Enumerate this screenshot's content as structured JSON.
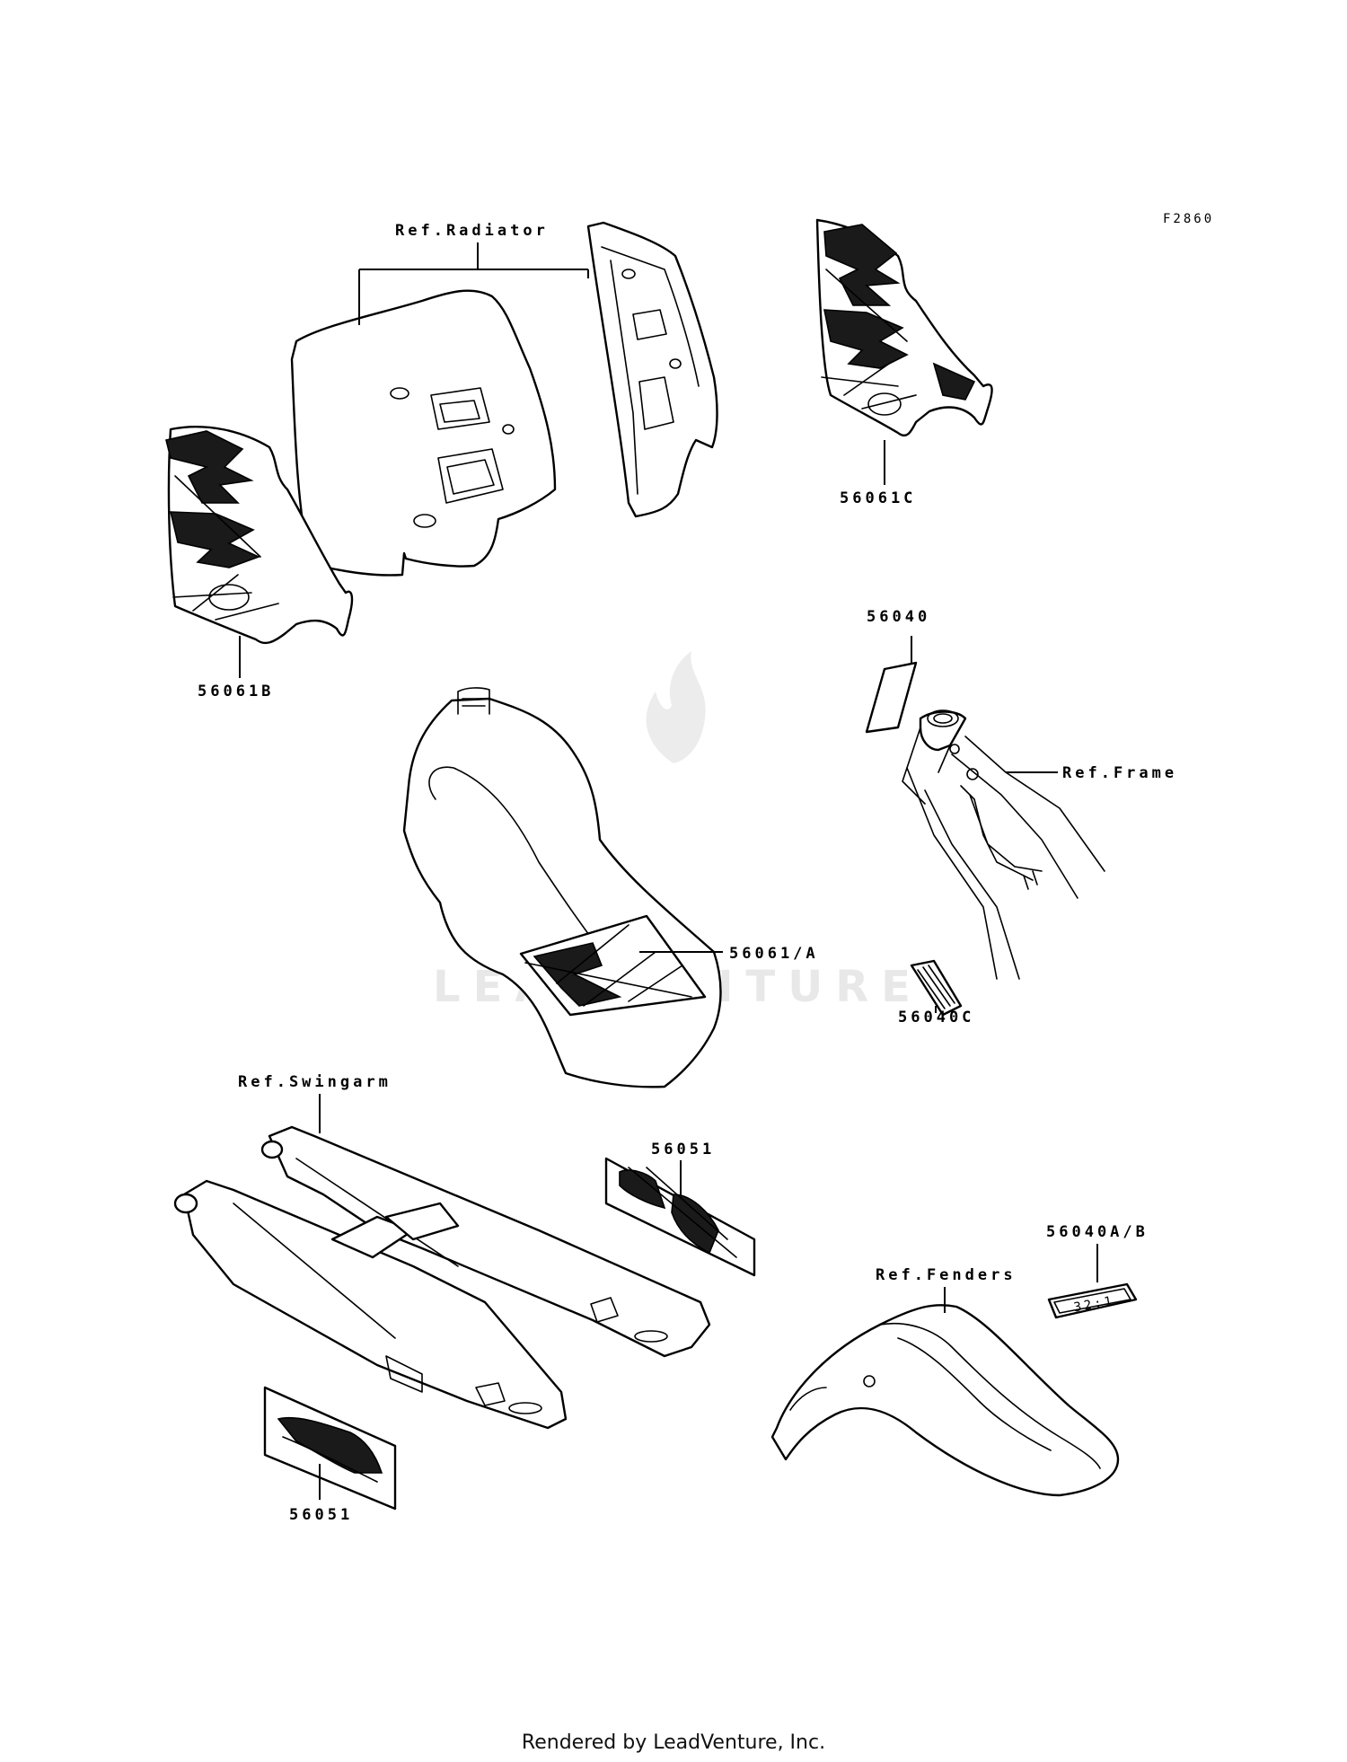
{
  "figure_id": "F2860",
  "watermark": "LEADVENTURE",
  "labels": {
    "ref_radiator": "Ref.Radiator",
    "p56061C": "56061C",
    "p56061B": "56061B",
    "p56040": "56040",
    "ref_frame": "Ref.Frame",
    "p56061A": "56061/A",
    "p56040C": "56040C",
    "ref_swingarm": "Ref.Swingarm",
    "p56051_top": "56051",
    "p56040AB": "56040A/B",
    "ref_fenders": "Ref.Fenders",
    "p56051_bottom": "56051"
  },
  "decal_text": {
    "ratio": "32:1"
  },
  "footer": "Rendered by LeadVenture, Inc."
}
